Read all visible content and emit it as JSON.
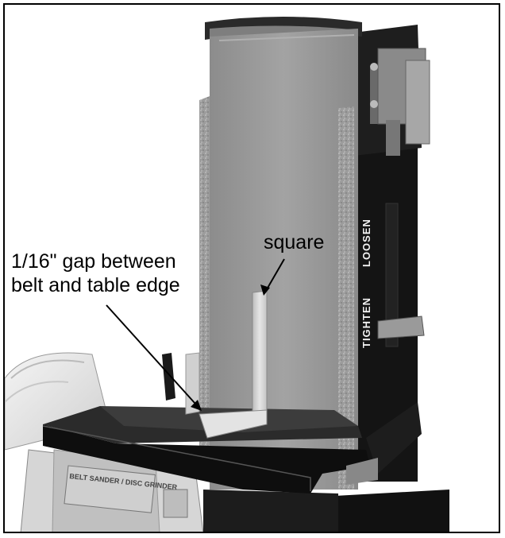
{
  "callouts": {
    "square": "square",
    "gap_line1": "1/16\" gap between",
    "gap_line2": "belt and table edge"
  },
  "machine_labels": {
    "loosen": "LOOSEN",
    "tighten": "TIGHTEN",
    "nameplate": "BELT SANDER / DISC GRINDER"
  },
  "colors": {
    "belt": "#9a9a9a",
    "housing": "#151515",
    "table": "#1a1a1a",
    "square": "#d8d8d8",
    "background": "#ffffff"
  },
  "icons": {
    "loosen_arrow": "arrow-up-icon",
    "tighten_arrow": "arrow-down-icon"
  }
}
